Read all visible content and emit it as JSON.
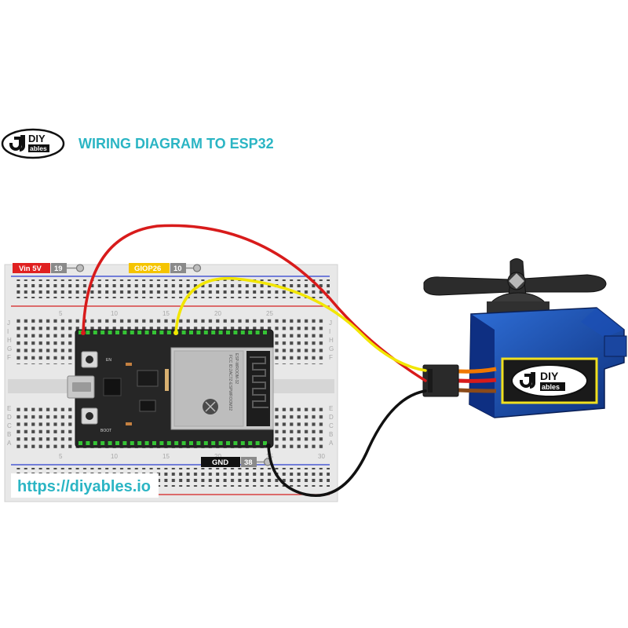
{
  "header": {
    "logo": {
      "top": "DIY",
      "bottom": "ables"
    },
    "title": "WIRING DIAGRAM TO ESP32",
    "title_color": "#2bb5c4"
  },
  "pin_labels": {
    "vin": {
      "name": "Vin 5V",
      "number": "19",
      "color": "#e02020"
    },
    "gpio": {
      "name": "GIOP26",
      "number": "10",
      "color": "#f5c400"
    },
    "gnd": {
      "name": "GND",
      "number": "38",
      "color": "#111111"
    }
  },
  "breadboard": {
    "column_numbers": [
      "5",
      "10",
      "15",
      "20",
      "25",
      "30"
    ],
    "row_letters_top": [
      "J",
      "I",
      "H",
      "G",
      "F"
    ],
    "row_letters_bottom": [
      "E",
      "D",
      "C",
      "B",
      "A"
    ]
  },
  "esp32": {
    "module_lines": [
      "ESP-WROOM-32",
      "FCC ID:2AC7Z-ESPWROOM32"
    ],
    "button_en": "EN",
    "button_boot": "BOOT"
  },
  "servo": {
    "logo": {
      "top": "DIY",
      "bottom": "ables"
    },
    "body_color": "#1a4aa8",
    "label_border": "#f0e020"
  },
  "wires": {
    "power": "#d81b1b",
    "signal": "#f2e600",
    "ground": "#111111"
  },
  "footer": {
    "url": "https://diyables.io",
    "url_color": "#2bb5c4"
  }
}
